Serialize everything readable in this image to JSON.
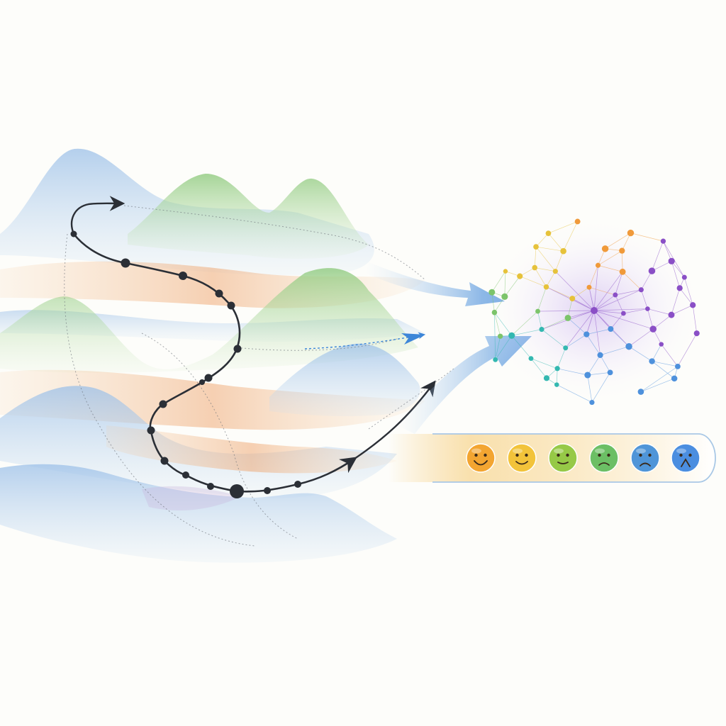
{
  "colors": {
    "background": "#fdfdfa",
    "wave_blue": "#8fb6e2",
    "wave_green": "#9ccf8c",
    "wave_orange": "#eeb47c",
    "path": "#2b2f36",
    "arrow_blue": "#3d86d8",
    "network_green": "#7cc46a",
    "network_yellow": "#e6c23a",
    "network_orange": "#f09a3a",
    "network_purple": "#8a4fc6",
    "network_teal": "#33b8b0",
    "network_blue": "#4e91dc"
  },
  "emotion_scale": [
    {
      "icon": "happy-face-icon",
      "mood": "happy",
      "color": "#f3a531"
    },
    {
      "icon": "smile-face-icon",
      "mood": "smile",
      "color": "#f2c33a"
    },
    {
      "icon": "slight-smile-face-icon",
      "mood": "slight-smile",
      "color": "#96c947"
    },
    {
      "icon": "sad-face-icon",
      "mood": "sad",
      "color": "#6cbf65"
    },
    {
      "icon": "worried-face-icon",
      "mood": "worried",
      "color": "#4f95d8"
    },
    {
      "icon": "distressed-face-icon",
      "mood": "distressed",
      "color": "#4b8ee0"
    }
  ]
}
